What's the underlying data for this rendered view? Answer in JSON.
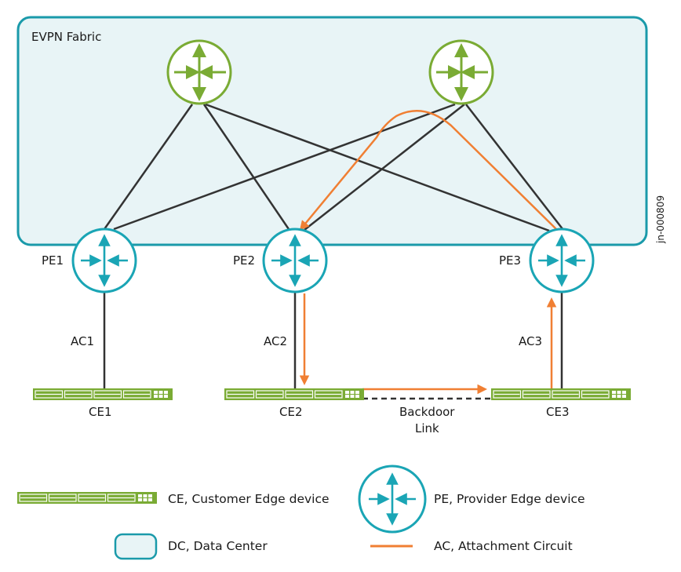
{
  "fabric": {
    "label": "EVPN Fabric"
  },
  "figure_id": "jn-000809",
  "colors": {
    "fabric_fill": "#e8f4f6",
    "fabric_stroke": "#1a9aaa",
    "spine": "#7aab34",
    "pe": "#1aa5b5",
    "ce": "#7aab34",
    "link": "#333333",
    "ac_path": "#f07f33"
  },
  "pe_nodes": [
    {
      "label": "PE1"
    },
    {
      "label": "PE2"
    },
    {
      "label": "PE3"
    }
  ],
  "ce_nodes": [
    {
      "label": "CE1"
    },
    {
      "label": "CE2"
    },
    {
      "label": "CE3"
    }
  ],
  "attachment_circuits": [
    {
      "label": "AC1"
    },
    {
      "label": "AC2"
    },
    {
      "label": "AC3"
    }
  ],
  "backdoor": {
    "line1": "Backdoor",
    "line2": "Link"
  },
  "legend": {
    "ce": "CE, Customer Edge device",
    "pe": "PE, Provider Edge device",
    "dc": "DC, Data Center",
    "ac": "AC, Attachment Circuit"
  }
}
